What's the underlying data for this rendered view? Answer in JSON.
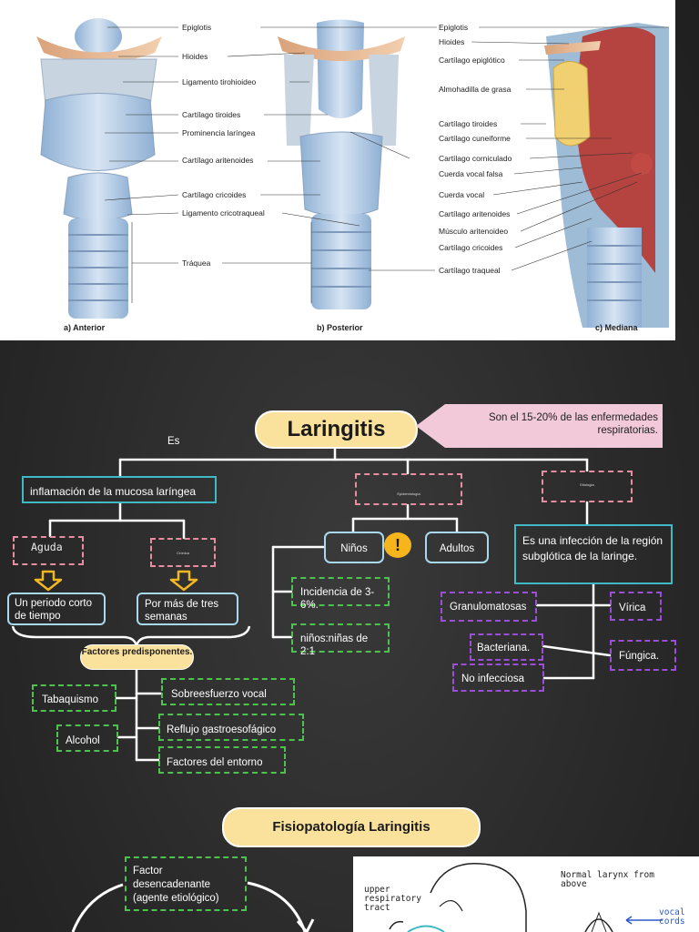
{
  "anatomy": {
    "captions": {
      "anterior": "a) Anterior",
      "posterior": "b) Posterior",
      "mediana": "c) Mediana"
    },
    "labels_left": [
      "Epiglotis",
      "Hioides",
      "Ligamento tirohioideo",
      "Cartílago tiroides",
      "Prominencia laríngea",
      "Cartílago aritenoides",
      "Cartílago cricoides",
      "Ligamento cricotraqueal",
      "Tráquea"
    ],
    "labels_right": [
      "Epiglotis",
      "Hioides",
      "Cartílago epiglótico",
      "Almohadilla de grasa",
      "Cartílago tiroides",
      "Cartílago cuneiforme",
      "Cartílago corniculado",
      "Cuerda vocal falsa",
      "Cuerda vocal",
      "Cartílago aritenoides",
      "Músculo aritenoideo",
      "Cartílago cricoides",
      "Cartílago traqueal"
    ]
  },
  "mindmap": {
    "title": "Laringitis",
    "callout": "Son el 15-20% de las enfermedades respiratorias.",
    "es_label": "Es",
    "definition": "inflamación de la mucosa laríngea",
    "epidemiologia": "Epidemiología",
    "etiologia": "Etiología",
    "aguda": "Aguda",
    "cronica": "Crónica",
    "aguda_desc": "Un periodo corto de tiempo",
    "cronica_desc": "Por más de tres semanas",
    "ninos": "Niños",
    "adultos": "Adultos",
    "alert": "!",
    "incidencia": "Incidencia de 3-6%.",
    "ratio": "niños:niñas de 2:1",
    "infeccion": "Es una infección de la región subglótica de la laringe.",
    "factores": "Factores predisponentes.",
    "tabaquismo": "Tabaquismo",
    "alcohol": "Alcohol",
    "sobreesfuerzo": "Sobreesfuerzo vocal",
    "reflujo": "Reflujo gastroesofágico",
    "entorno": "Factores del entorno",
    "granulomatosas": "Granulomatosas",
    "bacteriana": "Bacteriana.",
    "no_infecciosa": "No infecciosa",
    "virica": "Vírica",
    "fungica": "Fúngica."
  },
  "fisio": {
    "title": "Fisiopatología Laringitis",
    "factor": "Factor desencadenante (agente etiológico)",
    "sketch_left": "upper respiratory tract",
    "sketch_right_title": "Normal larynx from above",
    "sketch_right_label": "vocal cords"
  },
  "colors": {
    "teal": "#3fb9c6",
    "pink": "#e98da2",
    "green": "#4ec24e",
    "purple": "#9b4fd6",
    "yellow": "#fbe29c",
    "orange_arrow": "#f2b820"
  }
}
